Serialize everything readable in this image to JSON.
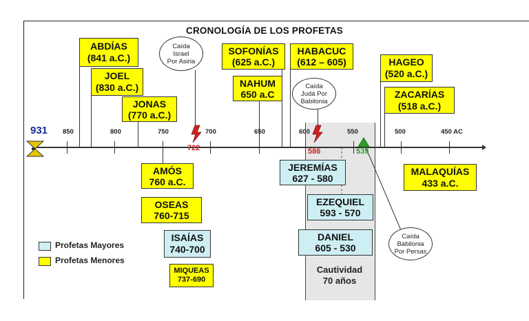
{
  "title": "CRONOLOGÍA DE LOS PROFETAS",
  "colors": {
    "minor": "#ffff00",
    "major": "#cdeff4",
    "event": "#cc2222",
    "babylon_fall": "#2a9d2a",
    "start_year": "#1a2b8f"
  },
  "start_year": "931",
  "axis_labels": [
    "850",
    "800",
    "750",
    "700",
    "650",
    "600",
    "550",
    "500",
    "450 AC"
  ],
  "event_years": {
    "israel_fall": "722",
    "juda_fall": "586",
    "babylon_fall": "539"
  },
  "prophets": {
    "abdias": {
      "name": "ABDÍAS",
      "date": "(841 a.C.)"
    },
    "joel": {
      "name": "JOEL",
      "date": "(830 a.C.)"
    },
    "jonas": {
      "name": "JONAS",
      "date": "(770 a.C.)"
    },
    "sofonias": {
      "name": "SOFONÍAS",
      "date": "(625 a.C.)"
    },
    "nahum": {
      "name": "NAHUM",
      "date": "650 a.C"
    },
    "habacuc": {
      "name": "HABACUC",
      "date": "(612 – 605)"
    },
    "hageo": {
      "name": "HAGEO",
      "date": "(520 a.C.)"
    },
    "zacarias": {
      "name": "ZACARÍAS",
      "date": "(518 a.C.)"
    },
    "amos": {
      "name": "AMÓS",
      "date": "760 a.C."
    },
    "oseas": {
      "name": "OSEAS",
      "date": "760-715"
    },
    "isaias": {
      "name": "ISAÍAS",
      "date": "740-700"
    },
    "miqueas": {
      "name": "MIQUEAS",
      "date": "737-690"
    },
    "jeremias": {
      "name": "JEREMÍAS",
      "date": "627 - 580"
    },
    "ezequiel": {
      "name": "EZEQUIEL",
      "date": "593 - 570"
    },
    "daniel": {
      "name": "DANIEL",
      "date": "605 - 530"
    },
    "malaquias": {
      "name": "MALAQUÍAS",
      "date": "433 a.C."
    }
  },
  "events": {
    "israel": [
      "Caída",
      "Israel",
      "Por Asiria"
    ],
    "juda": [
      "Caída",
      "Judá Por",
      "Babilonia"
    ],
    "babylon": [
      "Caída",
      "Babilonia",
      "Por Persas"
    ]
  },
  "captivity": {
    "line1": "Cautividad",
    "line2": "70 años"
  },
  "legend": {
    "major": "Profetas Mayores",
    "minor": "Profetas Menores"
  }
}
